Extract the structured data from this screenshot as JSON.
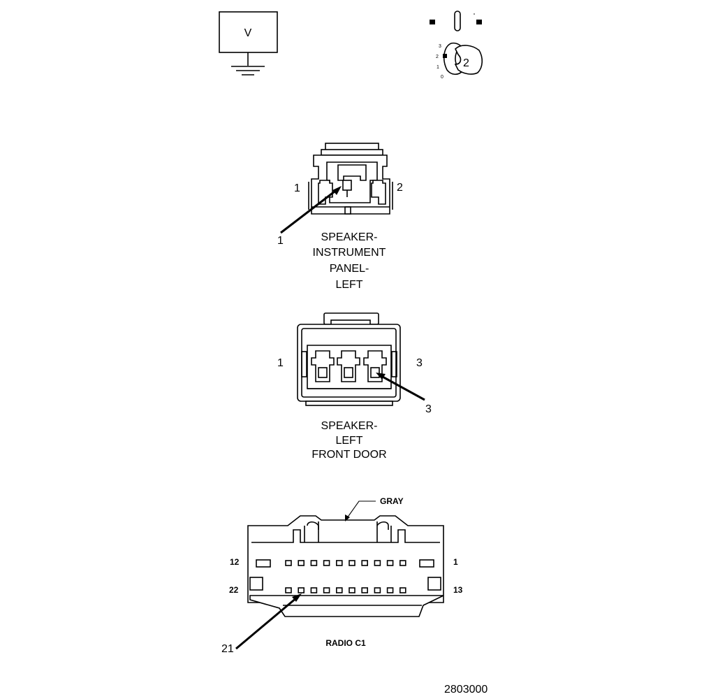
{
  "legend": {
    "voltmeter_label": "V",
    "ignition_label": "2",
    "ignition_positions": [
      "3",
      "2",
      "1",
      "0"
    ]
  },
  "connector_ip_left": {
    "pin_left": "1",
    "pin_right": "2",
    "callout": "1",
    "title_lines": [
      "SPEAKER-",
      "INSTRUMENT",
      "PANEL-",
      "LEFT"
    ]
  },
  "connector_front_door": {
    "pin_left": "1",
    "pin_right": "3",
    "callout": "3",
    "title_lines": [
      "SPEAKER-",
      "LEFT",
      "FRONT DOOR"
    ]
  },
  "connector_radio": {
    "color_label": "GRAY",
    "pin_top_left": "12",
    "pin_top_right": "1",
    "pin_bottom_left": "22",
    "pin_bottom_right": "13",
    "callout": "21",
    "title": "RADIO C1"
  },
  "figure_number": "2803000"
}
